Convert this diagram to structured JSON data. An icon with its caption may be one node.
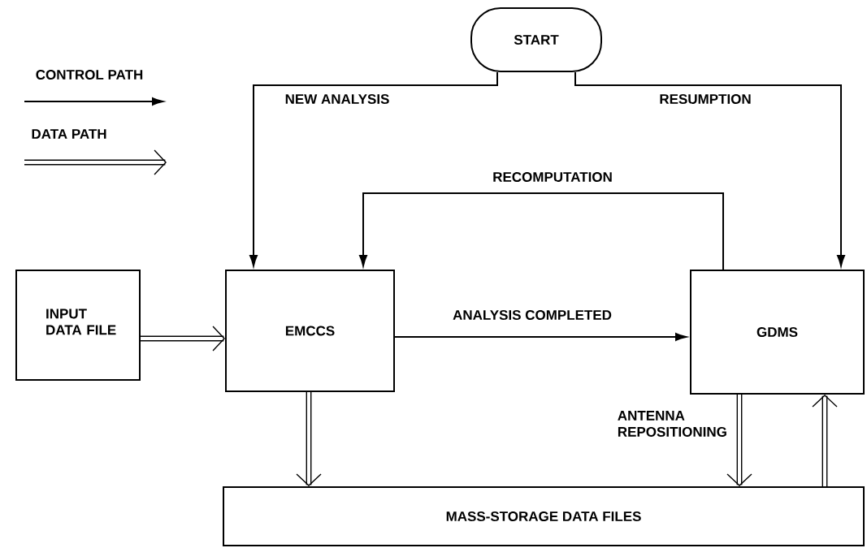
{
  "diagram": {
    "nodes": [
      {
        "text": [
          "START"
        ]
      },
      {
        "text": [
          "INPUT DATA FILE"
        ]
      },
      {
        "text": [
          "EMCCS"
        ]
      },
      {
        "text": [
          "GDMS"
        ]
      },
      {
        "text": [
          "MASS-STORAGE DATA FILES"
        ]
      }
    ],
    "edges": [
      {
        "from": 0,
        "to": 2,
        "arrow": "to",
        "label": "NEW ANALYSIS"
      },
      {
        "from": 0,
        "to": 3,
        "arrow": "to",
        "label": "RESUMPTION"
      },
      {
        "from": 3,
        "to": 2,
        "arrow": "to",
        "label": "RECOMPUTATION"
      },
      {
        "from": 2,
        "to": 3,
        "arrow": "to",
        "label": "ANALYSIS COMPLETED"
      },
      {
        "from": 1,
        "to": 2,
        "arrow": "to",
        "style": "thick"
      },
      {
        "from": 2,
        "to": 4,
        "arrow": "to",
        "style": "thick"
      },
      {
        "from": 3,
        "to": 4,
        "arrow": "to",
        "style": "thick",
        "label": "ANTENNA REPOSITIONING"
      },
      {
        "from": 4,
        "to": 3,
        "arrow": "to",
        "style": "thick"
      }
    ],
    "legend": [
      {
        "text": "CONTROL PATH"
      },
      {
        "text": "DATA PATH"
      }
    ]
  }
}
